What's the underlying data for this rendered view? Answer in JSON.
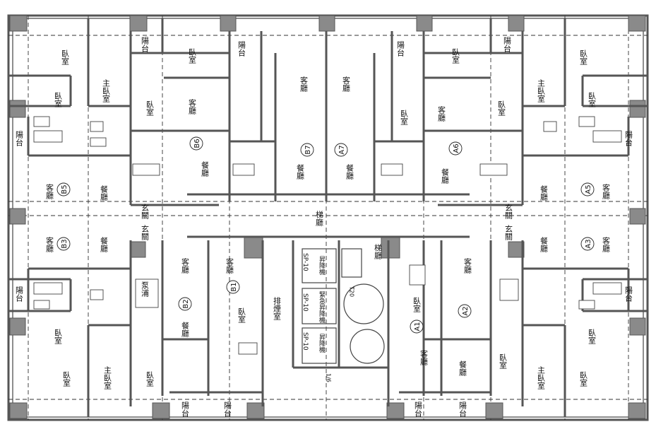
{
  "labels": {
    "bedroom": "臥室",
    "master_bedroom": "主臥室",
    "balcony": "陽台",
    "living": "客廳",
    "dining": "餐廳",
    "entry": "玄關",
    "corridor": "梯廳",
    "smoke_room": "排煙室",
    "elevator": "昇降機",
    "elevator_shaft": "緊急昇降機",
    "pump": "泵浦",
    "stair_t": "T20",
    "stair_code": "1/6",
    "elevator_code": "SP-10"
  },
  "units": [
    "A1",
    "A2",
    "A3",
    "A5",
    "A6",
    "A7",
    "B1",
    "B2",
    "B3",
    "B5",
    "B6",
    "B7"
  ],
  "colors": {
    "wall": "#555555",
    "column": "#8a8a8a",
    "ink": "#111111"
  }
}
